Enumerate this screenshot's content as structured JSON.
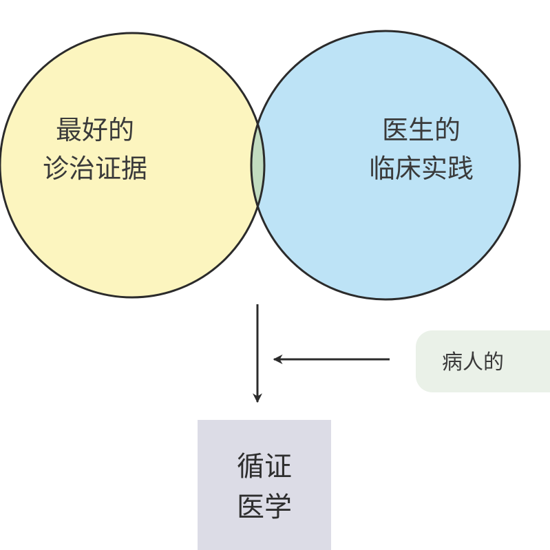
{
  "circles": {
    "left": {
      "line1": "最好的",
      "line2": "诊治证据",
      "fill": "#fcf5bf"
    },
    "right": {
      "line1": "医生的",
      "line2": "临床实践",
      "fill": "#bde3f6"
    },
    "overlap_fill": "#c2dcc0",
    "stroke": "#2b2b2b"
  },
  "patient_pill": {
    "label": "病人的",
    "fill": "#eaf1e8"
  },
  "result_box": {
    "line1": "循证",
    "line2": "医学",
    "fill": "#dcdce6"
  },
  "arrow_color": "#2b2b2b"
}
